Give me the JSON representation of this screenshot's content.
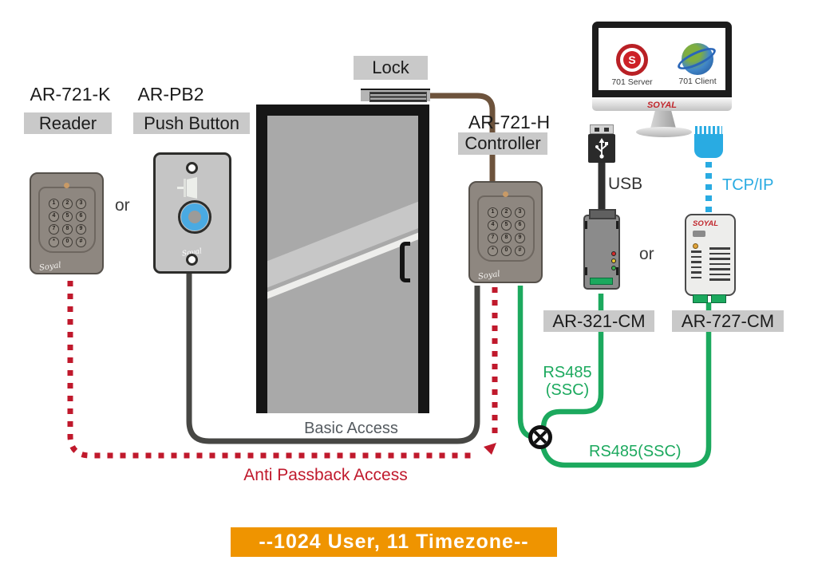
{
  "page": {
    "banner": {
      "text": "--1024 User, 11 Timezone--"
    }
  },
  "devices": {
    "reader": {
      "model": "AR-721-K",
      "label": "Reader",
      "brand": "Soyal"
    },
    "push_button": {
      "model": "AR-PB2",
      "label": "Push Button",
      "brand": "Soyal"
    },
    "door_lock": {
      "label": "Lock"
    },
    "controller": {
      "model": "AR-721-H",
      "label": "Controller",
      "brand": "Soyal"
    },
    "usb_converter": {
      "model": "AR-321-CM"
    },
    "tcpip_converter": {
      "model": "AR-727-CM",
      "brand": "SOYAL"
    },
    "computer": {
      "brand": "SOYAL",
      "server_logo_letter": "S",
      "apps": [
        {
          "name": "701 Server"
        },
        {
          "name": "701 Client"
        }
      ]
    },
    "keypad_keys": [
      "1",
      "2",
      "3",
      "4",
      "5",
      "6",
      "7",
      "8",
      "9",
      "*",
      "0",
      "#"
    ]
  },
  "connections": {
    "or_reader_pushbutton": "or",
    "or_converters": "or",
    "usb": "USB",
    "tcpip": "TCP/IP",
    "rs485_ssc_line1": "RS485",
    "rs485_ssc_line2": "(SSC)",
    "rs485_ssc_inline": "RS485(SSC)",
    "basic_access": "Basic Access",
    "anti_passback": "Anti Passback Access"
  },
  "colors": {
    "rs485_green": "#1ca95e",
    "anti_passback_red": "#c0192c",
    "tcpip_blue": "#29abe2",
    "lock_wire_brown": "#6d533c",
    "basic_wire_dark": "#474744",
    "banner_orange": "#ef9400",
    "label_bg_gray": "#c9c9c9"
  }
}
